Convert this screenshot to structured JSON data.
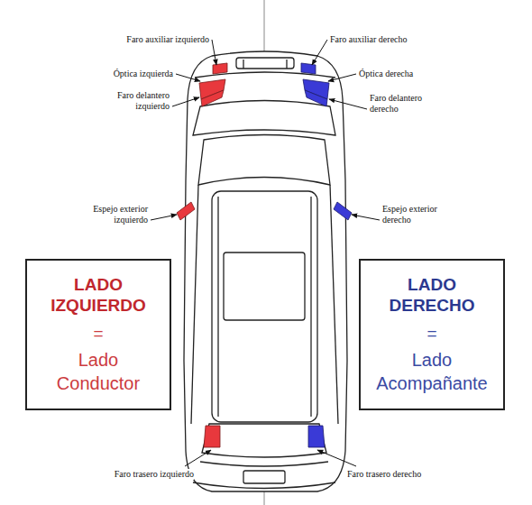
{
  "diagram": {
    "nodes": [
      {
        "text": [
          "LADO IZQUIERDO",
          "=",
          "Lado Conductor"
        ]
      },
      {
        "text": [
          "LADO DERECHO",
          "=",
          "Lado Acompañante"
        ]
      }
    ],
    "labels": [
      "Faro auxiliar izquierdo",
      "Faro auxiliar derecho",
      "Óptica izquierda",
      "Óptica derecha",
      "Faro delantero izquierdo",
      "Faro delantero derecho",
      "Espejo exterior izquierdo",
      "Espejo exterior derecho",
      "Faro trasero izquierdo",
      "Faro trasero derecho"
    ]
  }
}
